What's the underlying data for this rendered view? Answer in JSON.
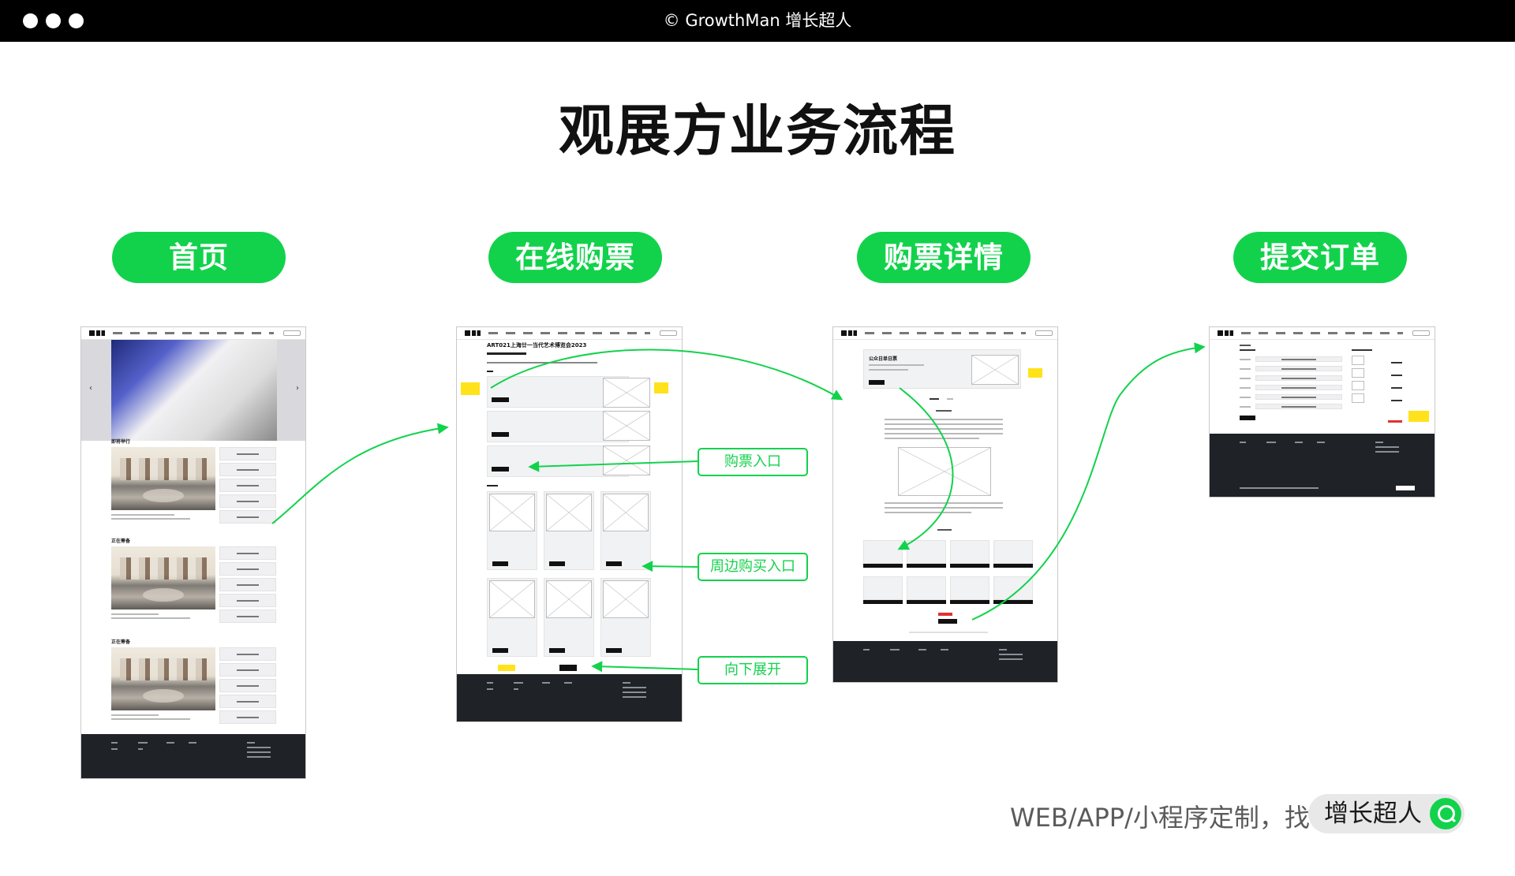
{
  "header": {
    "title": "© GrowthMan 增长超人"
  },
  "page_title": "观展方业务流程",
  "steps": [
    {
      "label": "首页"
    },
    {
      "label": "在线购票"
    },
    {
      "label": "购票详情"
    },
    {
      "label": "提交订单"
    }
  ],
  "screen1": {
    "section_heading_1": "即将举行",
    "section_heading_2": "正在筹备",
    "section_heading_3": "正在筹备"
  },
  "screen2": {
    "title": "ART021上海廿一当代艺术博览会2023"
  },
  "screen3": {
    "ticket_title": "公众日单日票"
  },
  "callouts": {
    "ticket_entry": "购票入口",
    "merch_entry": "周边购买入口",
    "expand_down": "向下展开"
  },
  "footer_cta": {
    "text": "WEB/APP/小程序定制，找",
    "brand": "增长超人"
  },
  "colors": {
    "accent": "#12d24c",
    "topbar": "#000000",
    "footer_dark": "#1f2226",
    "highlight": "#ffe21a"
  }
}
